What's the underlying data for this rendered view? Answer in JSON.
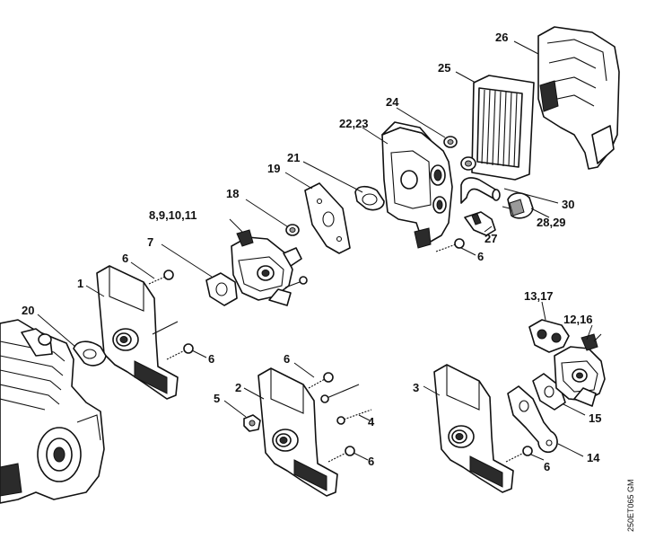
{
  "callouts": {
    "c1": "1",
    "c2": "2",
    "c3": "3",
    "c4": "4",
    "c5": "5",
    "c6a": "6",
    "c6b": "6",
    "c6c": "6",
    "c6d": "6",
    "c6e": "6",
    "c6f": "6",
    "c7": "7",
    "c8_11": "8,9,10,11",
    "c12_16": "12,16",
    "c13_17": "13,17",
    "c14": "14",
    "c15": "15",
    "c18": "18",
    "c19": "19",
    "c20": "20",
    "c21": "21",
    "c22_23": "22,23",
    "c24": "24",
    "c25": "25",
    "c26": "26",
    "c27": "27",
    "c28_29": "28,29",
    "c30": "30"
  },
  "drawing_code": "250ET065 GM"
}
